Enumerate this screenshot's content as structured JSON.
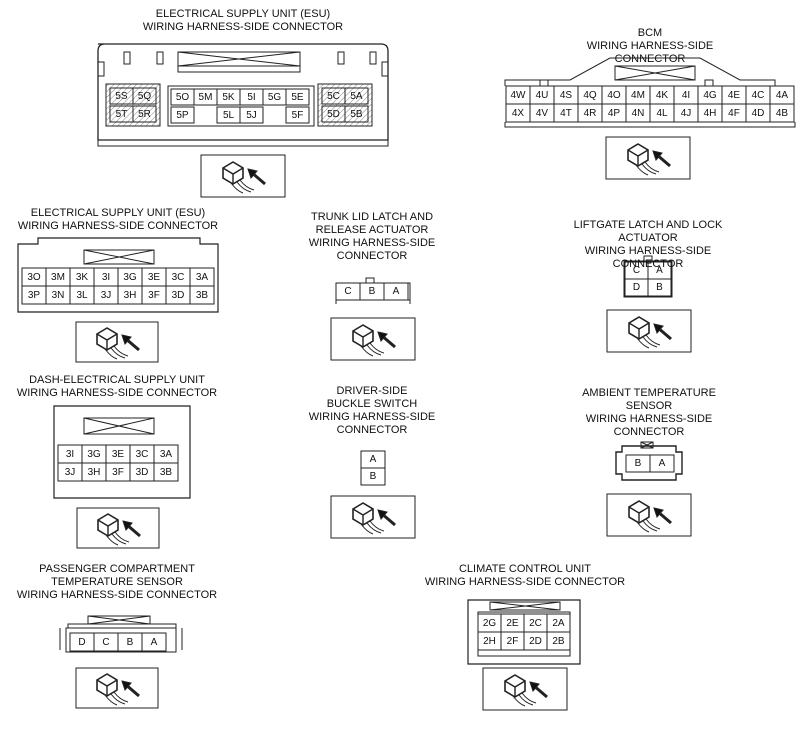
{
  "titles": {
    "esu_5": "ELECTRICAL SUPPLY UNIT (ESU)\nWIRING HARNESS-SIDE CONNECTOR",
    "bcm": "BCM\nWIRING HARNESS-SIDE CONNECTOR",
    "esu_3": "ELECTRICAL SUPPLY UNIT (ESU)\nWIRING HARNESS-SIDE CONNECTOR",
    "trunk": "TRUNK LID LATCH AND\nRELEASE ACTUATOR\nWIRING HARNESS-SIDE\nCONNECTOR",
    "liftgate": "LIFTGATE LATCH AND LOCK ACTUATOR\nWIRING HARNESS-SIDE CONNECTOR",
    "dash_esu": "DASH-ELECTRICAL SUPPLY UNIT\nWIRING HARNESS-SIDE CONNECTOR",
    "buckle": "DRIVER-SIDE\nBUCKLE SWITCH\nWIRING HARNESS-SIDE\nCONNECTOR",
    "ambient": "AMBIENT TEMPERATURE SENSOR\nWIRING HARNESS-SIDE\nCONNECTOR",
    "passenger": "PASSENGER COMPARTMENT\nTEMPERATURE SENSOR\nWIRING HARNESS-SIDE CONNECTOR",
    "climate": "CLIMATE CONTROL UNIT\nWIRING HARNESS-SIDE CONNECTOR"
  },
  "pins": {
    "esu_5": {
      "left_top": [
        "5S",
        "5Q"
      ],
      "left_bottom": [
        "5T",
        "5R"
      ],
      "mid_top": [
        "5O",
        "5M",
        "5K",
        "5I",
        "5G",
        "5E"
      ],
      "mid_bottom": [
        "5P",
        "5L",
        "5J",
        "5F"
      ],
      "right_top": [
        "5C",
        "5A"
      ],
      "right_bottom": [
        "5D",
        "5B"
      ]
    },
    "bcm": {
      "top": [
        "4W",
        "4U",
        "4S",
        "4Q",
        "4O",
        "4M",
        "4K",
        "4I",
        "4G",
        "4E",
        "4C",
        "4A"
      ],
      "bottom": [
        "4X",
        "4V",
        "4T",
        "4R",
        "4P",
        "4N",
        "4L",
        "4J",
        "4H",
        "4F",
        "4D",
        "4B"
      ]
    },
    "esu_3": {
      "top": [
        "3O",
        "3M",
        "3K",
        "3I",
        "3G",
        "3E",
        "3C",
        "3A"
      ],
      "bottom": [
        "3P",
        "3N",
        "3L",
        "3J",
        "3H",
        "3F",
        "3D",
        "3B"
      ]
    },
    "trunk": [
      "C",
      "B",
      "A"
    ],
    "liftgate": {
      "top": [
        "C",
        "A"
      ],
      "bottom": [
        "D",
        "B"
      ]
    },
    "dash_esu": {
      "top": [
        "3I",
        "3G",
        "3E",
        "3C",
        "3A"
      ],
      "bottom": [
        "3J",
        "3H",
        "3F",
        "3D",
        "3B"
      ]
    },
    "buckle": [
      "A",
      "B"
    ],
    "ambient": [
      "B",
      "A"
    ],
    "passenger": [
      "D",
      "C",
      "B",
      "A"
    ],
    "climate": {
      "top": [
        "2G",
        "2E",
        "2C",
        "2A"
      ],
      "bottom": [
        "2H",
        "2F",
        "2D",
        "2B"
      ]
    }
  },
  "icon_name": "connector-view-arrow-icon"
}
